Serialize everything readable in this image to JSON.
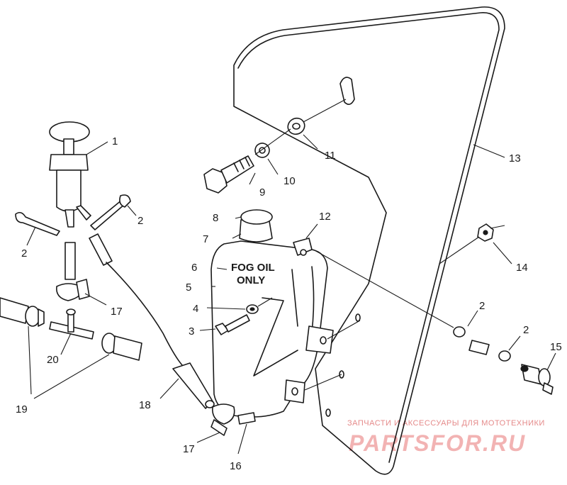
{
  "callouts": {
    "c1": "1",
    "c2a": "2",
    "c2b": "2",
    "c2c": "2",
    "c2d": "2",
    "c3": "3",
    "c4": "4",
    "c5": "5",
    "c6": "6",
    "c7": "7",
    "c8": "8",
    "c9": "9",
    "c10": "10",
    "c11": "11",
    "c12": "12",
    "c13": "13",
    "c14": "14",
    "c15": "15",
    "c16": "16",
    "c17a": "17",
    "c17b": "17",
    "c18": "18",
    "c19": "19",
    "c20": "20"
  },
  "tank_label": {
    "line1": "FOG OIL",
    "line2": "ONLY"
  },
  "watermark": {
    "tagline": "ЗАПЧАСТИ И АКСЕССУАРЫ ДЛЯ МОТОТЕХНИКИ",
    "brand": "PARTSFOR.RU"
  }
}
